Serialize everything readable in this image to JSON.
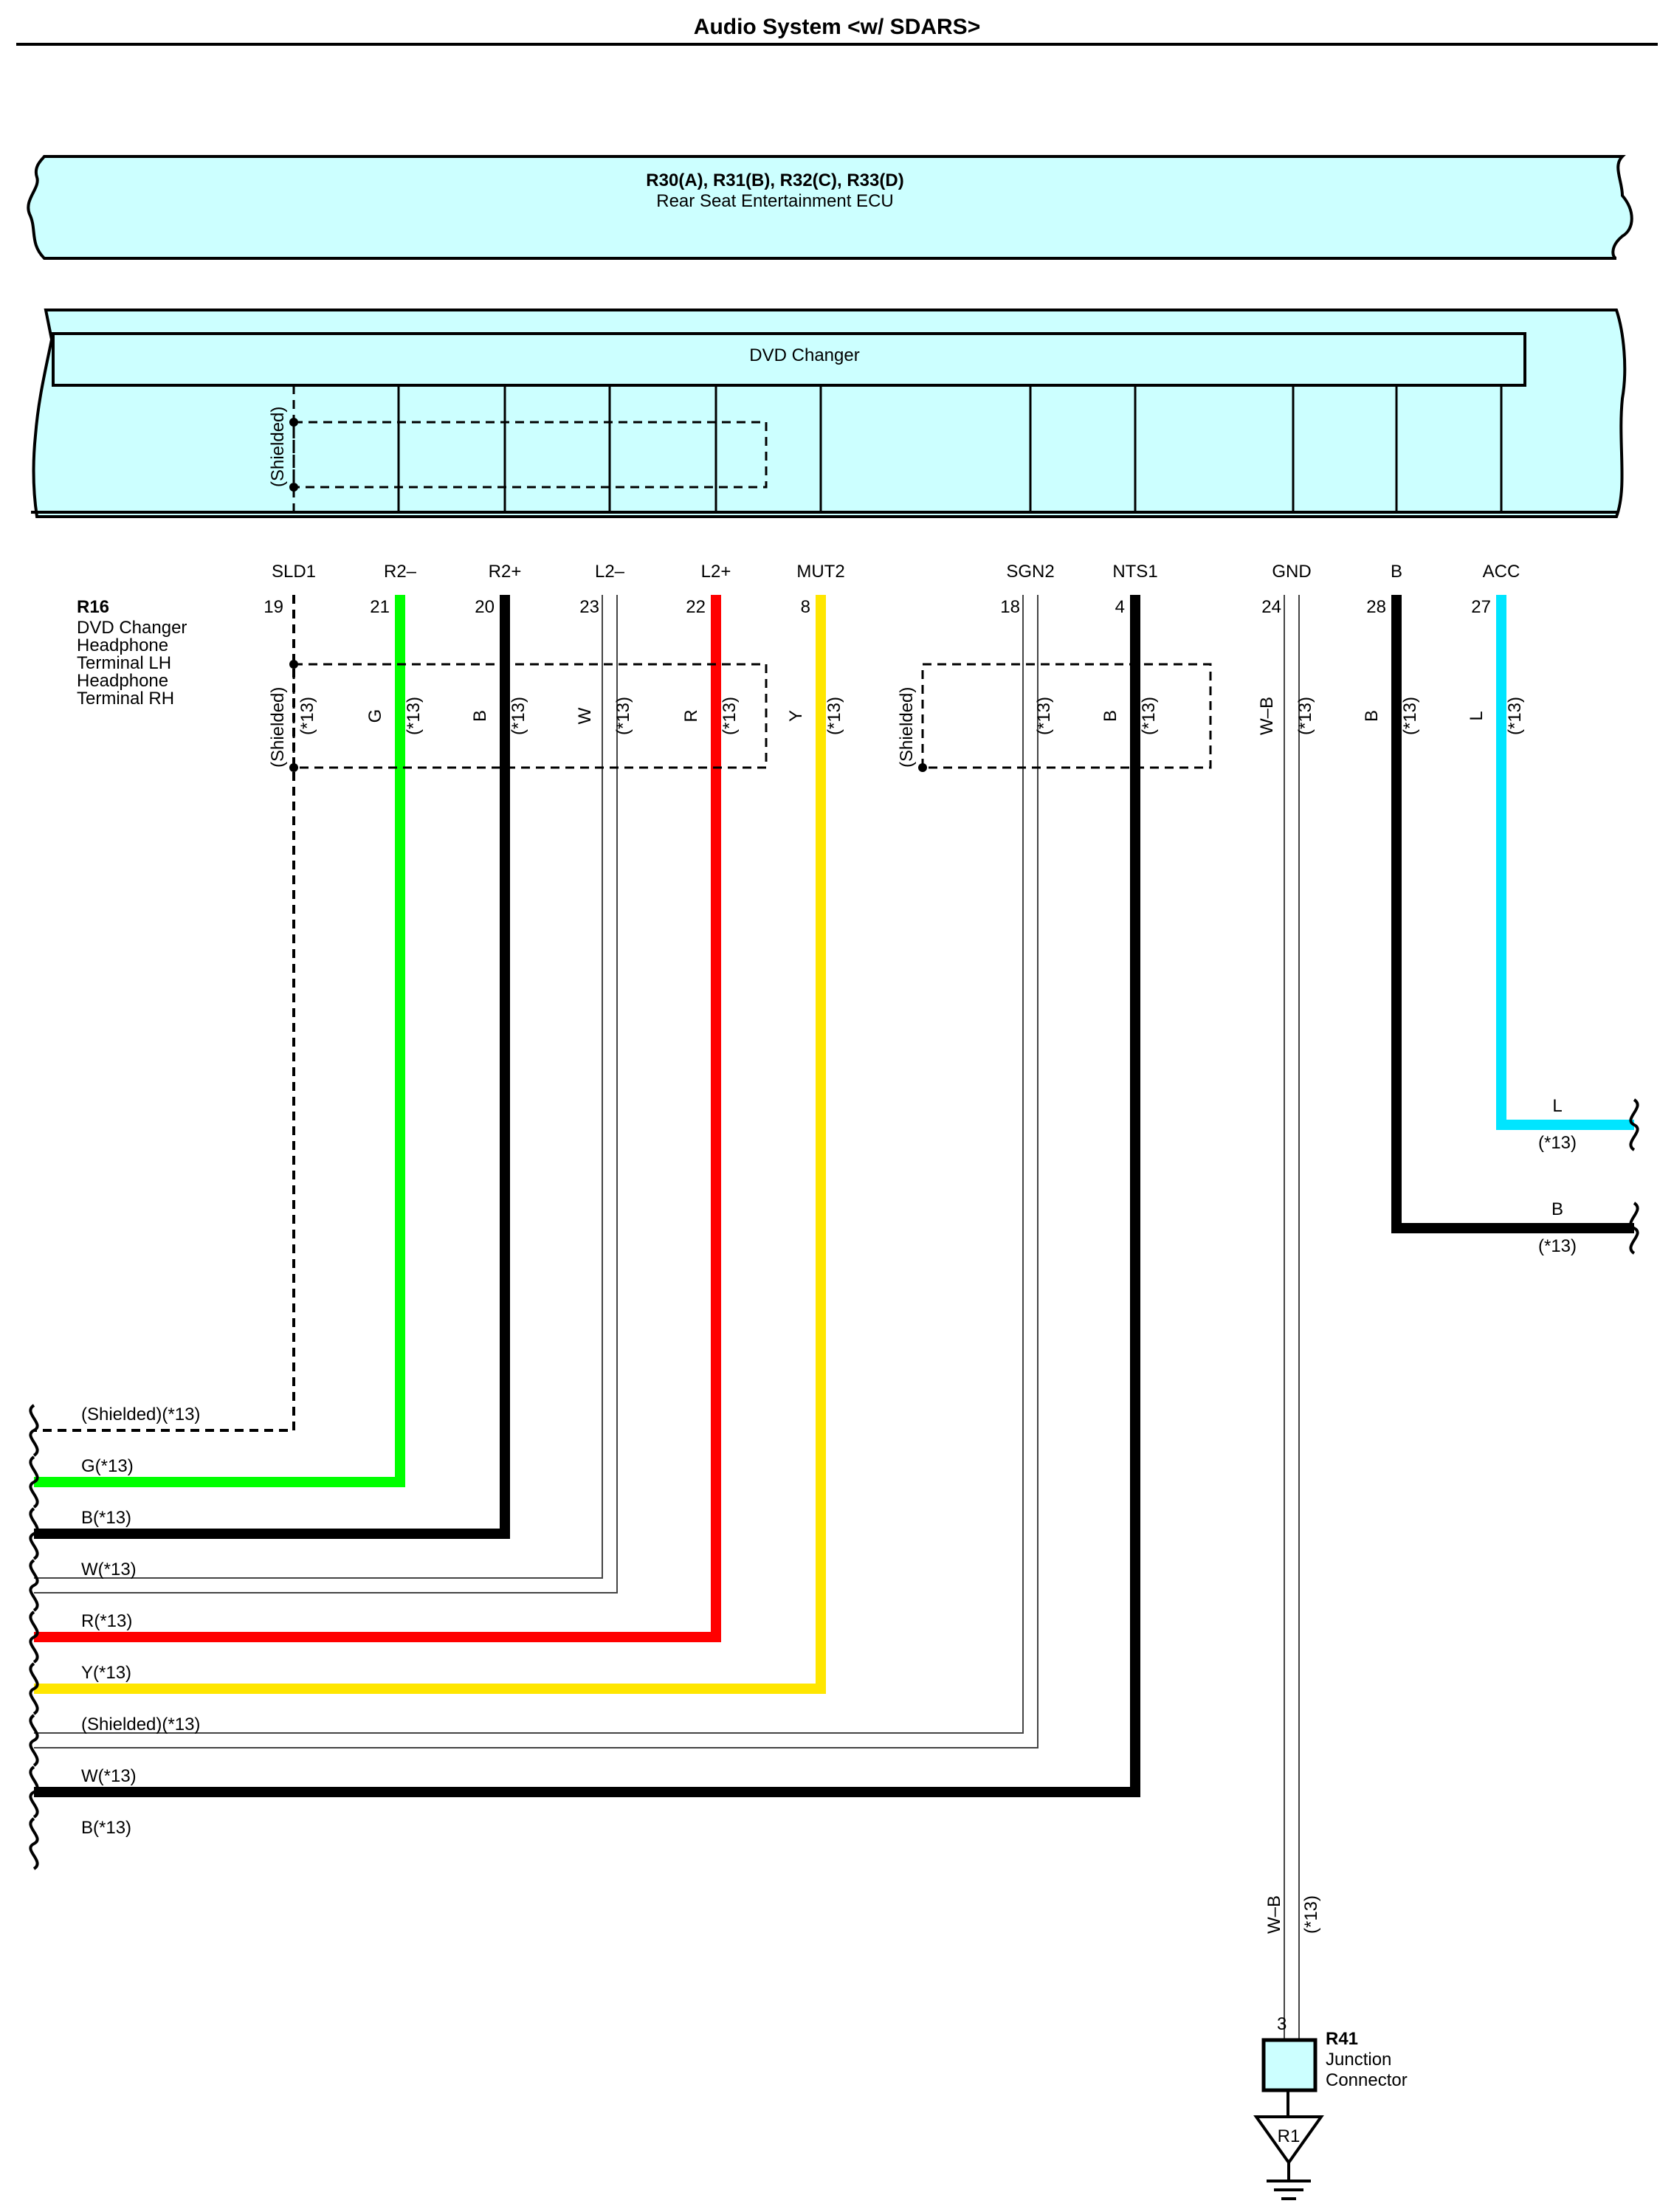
{
  "title": "Audio System <w/ SDARS>",
  "ecu": {
    "connectors": "R30(A), R31(B), R32(C), R33(D)",
    "name": "Rear Seat Entertainment ECU",
    "color": "#ccffff"
  },
  "dvd_changer": {
    "label": "DVD Changer",
    "shielded_label": "(Shielded)"
  },
  "connector_r16": {
    "code": "R16",
    "desc": [
      "DVD Changer",
      "Headphone",
      "Terminal LH",
      "Headphone",
      "Terminal RH"
    ]
  },
  "pins": [
    {
      "name": "SLD1",
      "num": "19",
      "wire": "(Shielded)",
      "note": "(*13)",
      "wire_color": "#000000",
      "style": "shielded"
    },
    {
      "name": "R2–",
      "num": "21",
      "wire": "G",
      "note": "(*13)",
      "wire_color": "#00ff00",
      "style": "thick"
    },
    {
      "name": "R2+",
      "num": "20",
      "wire": "B",
      "note": "(*13)",
      "wire_color": "#000000",
      "style": "thick"
    },
    {
      "name": "L2–",
      "num": "23",
      "wire": "W",
      "note": "(*13)",
      "wire_color": "#ffffff",
      "style": "double"
    },
    {
      "name": "L2+",
      "num": "22",
      "wire": "R",
      "note": "(*13)",
      "wire_color": "#ff0000",
      "style": "thick"
    },
    {
      "name": "MUT2",
      "num": "8",
      "wire": "Y",
      "note": "(*13)",
      "wire_color": "#ffe600",
      "style": "thick"
    },
    {
      "name": "SGN2",
      "num": "18",
      "wire": "W",
      "note": "(*13)",
      "wire_color": "#ffffff",
      "style": "double"
    },
    {
      "name": "NTS1",
      "num": "4",
      "wire": "B",
      "note": "(*13)",
      "wire_color": "#000000",
      "style": "thick"
    },
    {
      "name": "GND",
      "num": "24",
      "wire": "W–B",
      "note": "(*13)",
      "wire_color": "#ffffff",
      "style": "double"
    },
    {
      "name": "B",
      "num": "28",
      "wire": "B",
      "note": "(*13)",
      "wire_color": "#000000",
      "style": "thick"
    },
    {
      "name": "ACC",
      "num": "27",
      "wire": "L",
      "note": "(*13)",
      "wire_color": "#00e5ff",
      "style": "thick"
    }
  ],
  "shielded_label": "(Shielded)",
  "left_exits": [
    {
      "label": "(Shielded)(*13)"
    },
    {
      "label": "G(*13)"
    },
    {
      "label": "B(*13)"
    },
    {
      "label": "W(*13)"
    },
    {
      "label": "R(*13)"
    },
    {
      "label": "Y(*13)"
    },
    {
      "label": "(Shielded)(*13)"
    },
    {
      "label": "W(*13)"
    },
    {
      "label": "B(*13)"
    }
  ],
  "right_exits": [
    {
      "wire": "L",
      "note": "(*13)"
    },
    {
      "wire": "B",
      "note": "(*13)"
    }
  ],
  "gnd_run": {
    "wire": "W–B",
    "note": "(*13)",
    "pin": "3"
  },
  "junction": {
    "code": "R41",
    "line1": "Junction",
    "line2": "Connector"
  },
  "ground": {
    "label": "R1"
  }
}
